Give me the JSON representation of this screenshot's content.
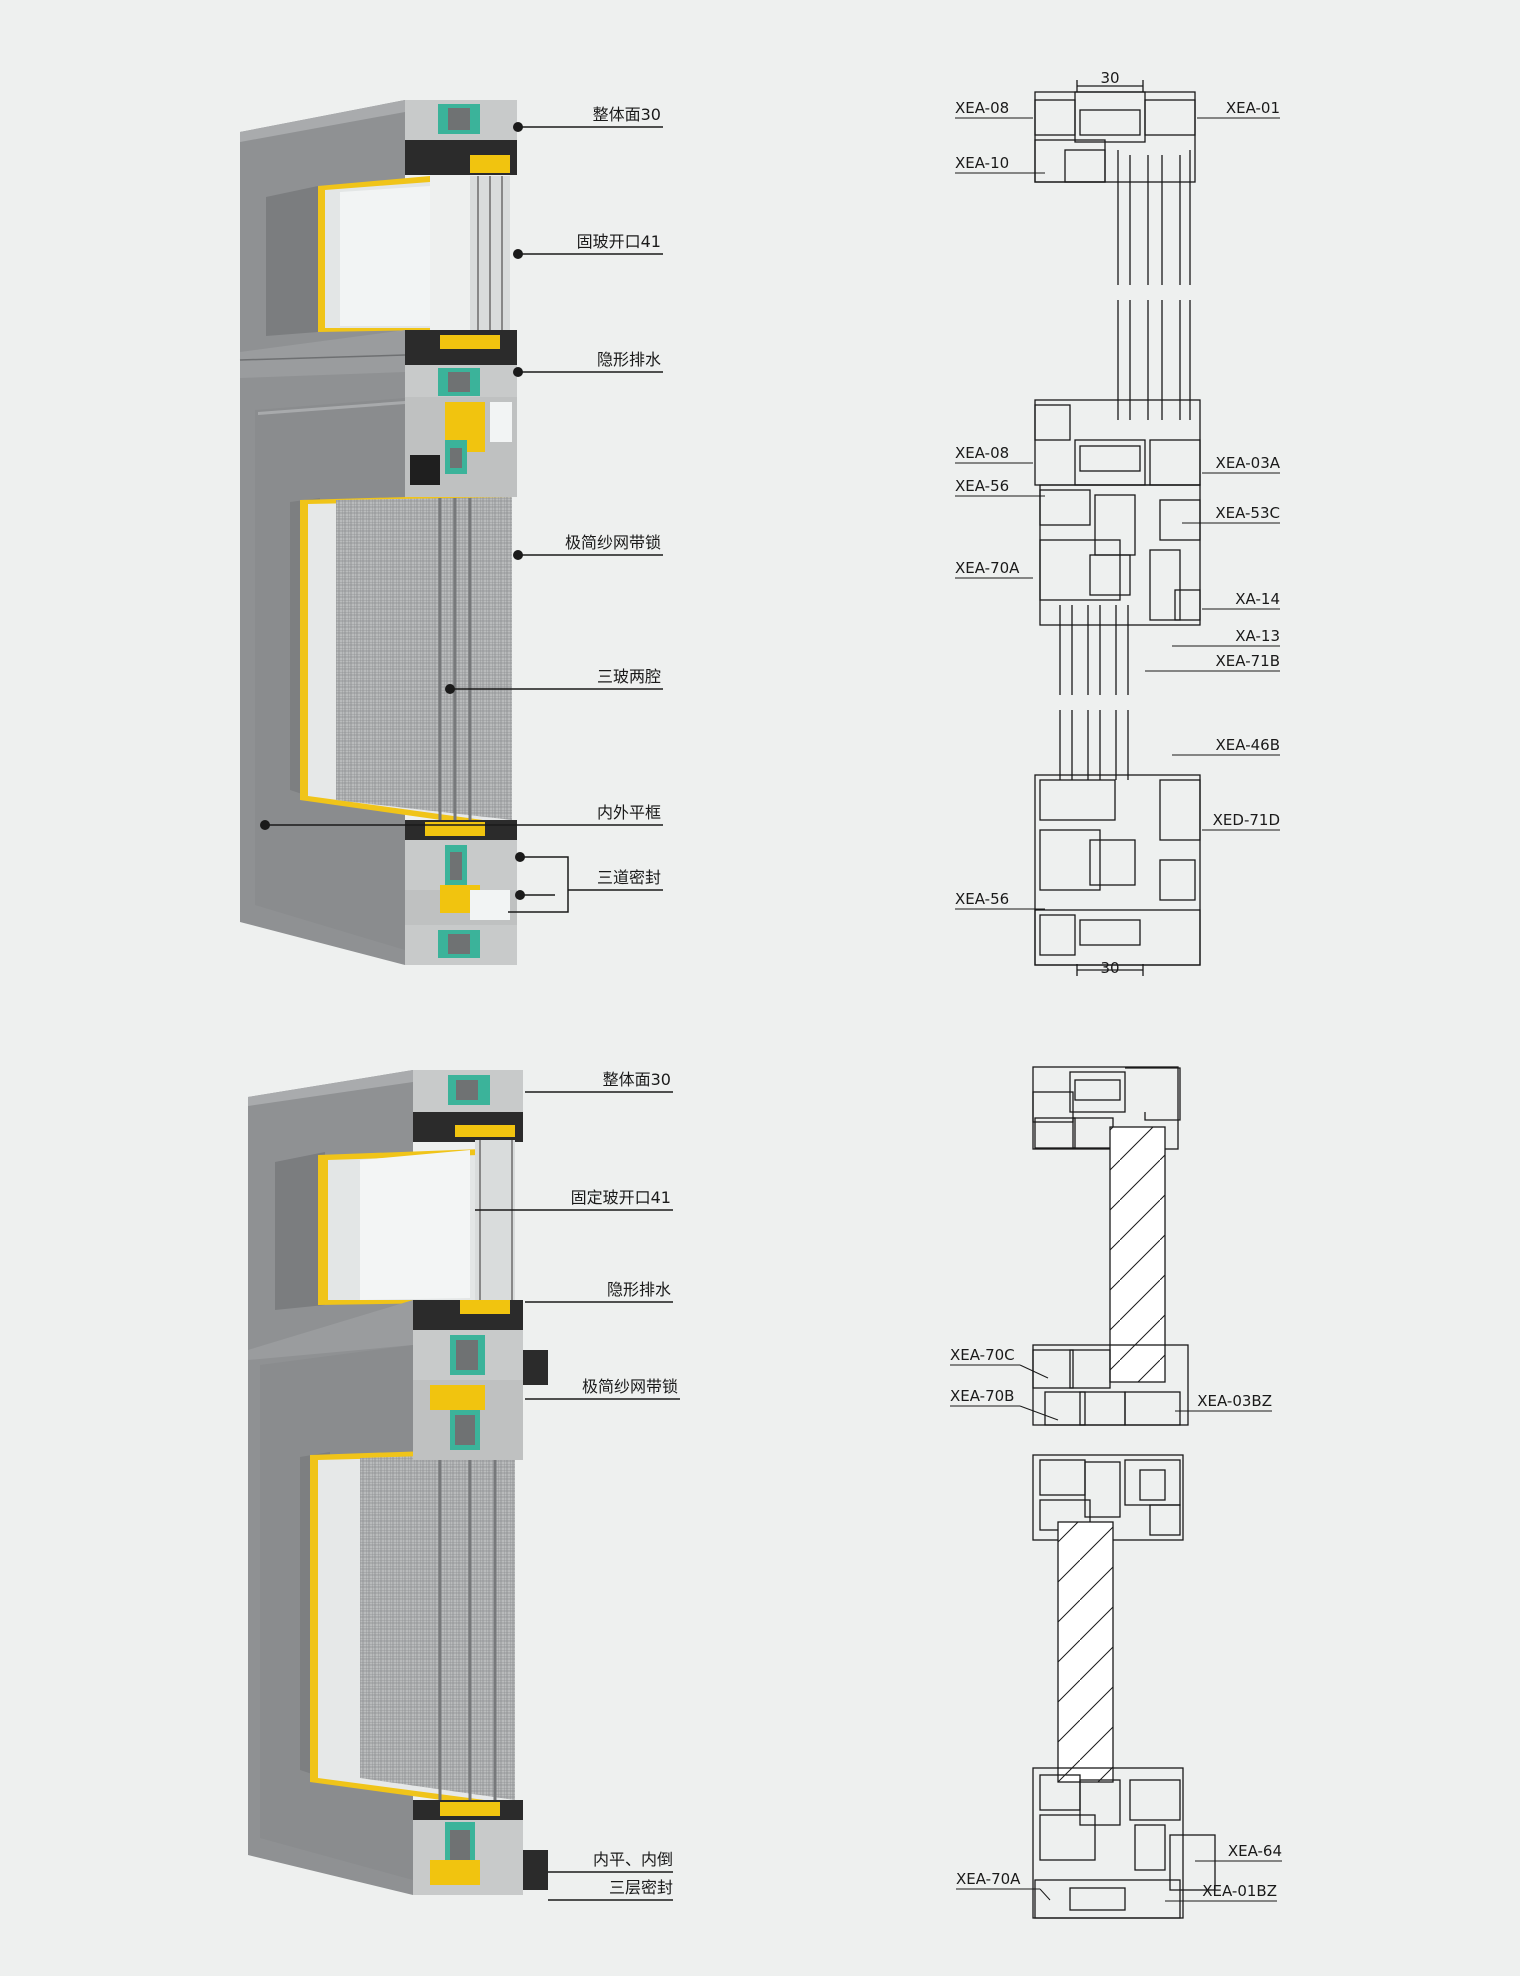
{
  "colors": {
    "background": "#eef0ef",
    "sash_gray": "#8d8f91",
    "sash_gray_dark": "#76787a",
    "profile_silver": "#c9cbcb",
    "accent_yellow": "#f1c40f",
    "gasket_teal": "#3bb39a",
    "foam_gray": "#6f7273",
    "glass": "#e9ecec",
    "line": "#1a1a1a"
  },
  "top_section": {
    "labels": [
      "整体面30",
      "固玻开口41",
      "隐形排水",
      "极简纱网带锁",
      "三玻两腔",
      "内外平框",
      "三道密封"
    ],
    "drawing": {
      "dimensions": [
        "30",
        "30"
      ],
      "left_codes": [
        "XEA-08",
        "XEA-10",
        "XEA-08",
        "XEA-56",
        "XEA-70A",
        "XEA-56"
      ],
      "right_codes": [
        "XEA-01",
        "XEA-03A",
        "XEA-53C",
        "XA-14",
        "XA-13",
        "XEA-71B",
        "XEA-46B",
        "XED-71D"
      ]
    }
  },
  "bottom_section": {
    "labels": [
      "整体面30",
      "固定玻开口41",
      "隐形排水",
      "极简纱网带锁",
      "内平、内倒",
      "三层密封"
    ],
    "drawing": {
      "left_codes": [
        "XEA-70C",
        "XEA-70B",
        "XEA-70A"
      ],
      "right_codes": [
        "XEA-03BZ",
        "XEA-64",
        "XEA-01BZ"
      ]
    }
  }
}
